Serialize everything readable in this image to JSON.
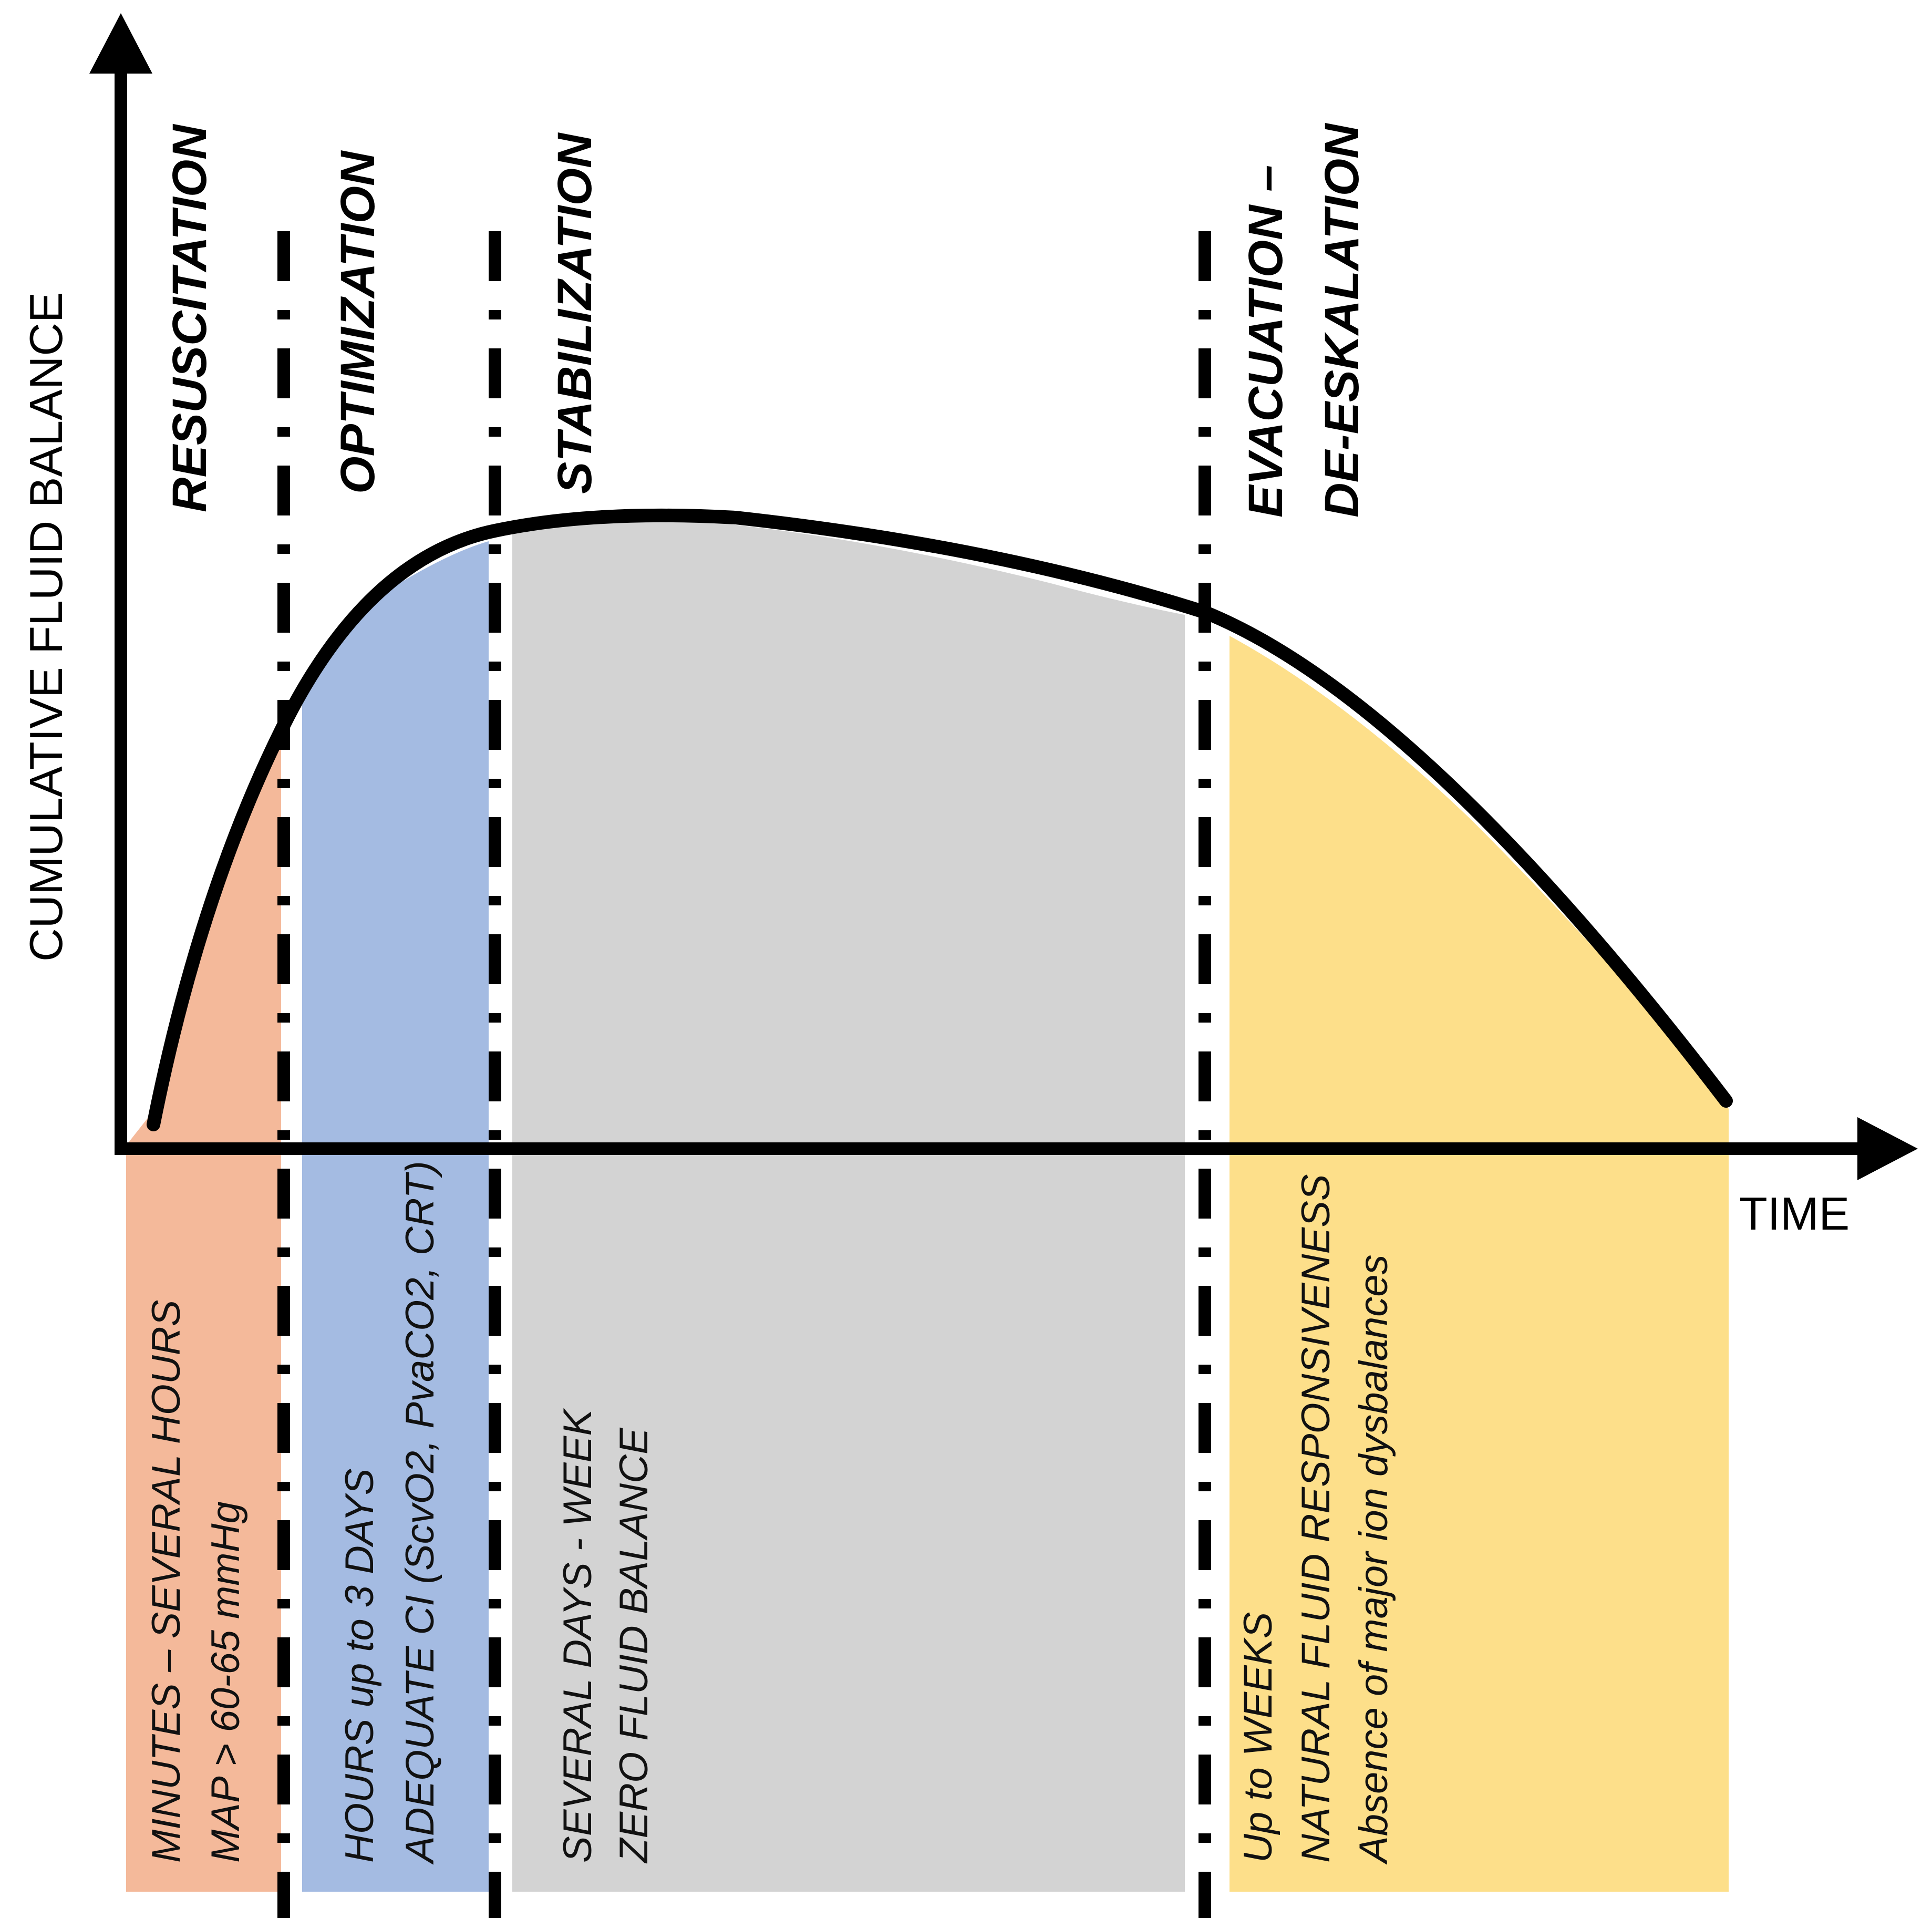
{
  "axes": {
    "y_label": "CUMULATIVE FLUID BALANCE",
    "x_label": "TIME"
  },
  "colors": {
    "resuscitation": "#F4B99A",
    "optimization": "#A4BBE2",
    "stabilization": "#D3D3D3",
    "evacuation": "#FDDF8A",
    "line": "#000000"
  },
  "phases": [
    {
      "title": "RESUSCITATION",
      "title_lines": [
        "RESUSCITATION"
      ],
      "notes": [
        "MINUTES – SEVERAL HOURS",
        "MAP > 60-65 mmHg"
      ]
    },
    {
      "title": "OPTIMIZATION",
      "title_lines": [
        "OPTIMIZATION"
      ],
      "notes": [
        "HOURS up to 3 DAYS",
        "ADEQUATE CI (ScvO2, PvaCO2, CRT)"
      ]
    },
    {
      "title": "STABILIZATION",
      "title_lines": [
        "STABILIZATION"
      ],
      "notes": [
        "SEVERAL DAYS - WEEK",
        "ZERO FLUID BALANCE"
      ]
    },
    {
      "title": "EVACUATION – DE-ESKALATION",
      "title_lines": [
        "EVACUATION –",
        "DE-ESKALATION"
      ],
      "notes": [
        "Up to WEEKS",
        "NATURAL FLUID RESPONSIVENESS",
        "Absence of major ion dysbalances"
      ]
    }
  ]
}
